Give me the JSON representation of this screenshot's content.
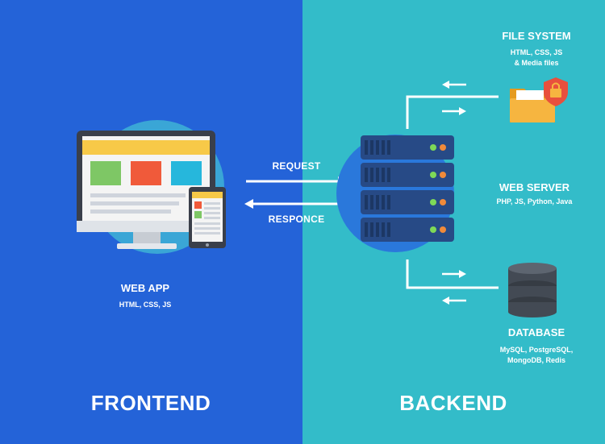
{
  "colors": {
    "frontend_bg": "#2463d8",
    "backend_bg": "#33bcc9",
    "server_body": "#274a86",
    "led_green": "#7ed957",
    "led_orange": "#f08a3a",
    "folder": "#f6b540",
    "lock": "#e8503d",
    "db_body": "#434a54"
  },
  "frontend": {
    "heading": "FRONTEND",
    "web_app": {
      "title": "WEB APP",
      "tech": "HTML, CSS, JS"
    },
    "icons": [
      "monitor-icon",
      "tablet-icon"
    ]
  },
  "backend": {
    "heading": "BACKEND",
    "file_system": {
      "title": "FILE SYSTEM",
      "tech_line1": "HTML, CSS, JS",
      "tech_line2": "& Media files"
    },
    "web_server": {
      "title": "WEB SERVER",
      "tech": "PHP, JS, Python, Java"
    },
    "database": {
      "title": "DATABASE",
      "tech_line1": "MySQL, PostgreSQL,",
      "tech_line2": "MongoDB, Redis"
    },
    "icons": [
      "server-rack-icon",
      "folder-lock-icon",
      "database-icon"
    ]
  },
  "connections": {
    "request_label": "REQUEST",
    "response_label": "RESPONCE"
  }
}
